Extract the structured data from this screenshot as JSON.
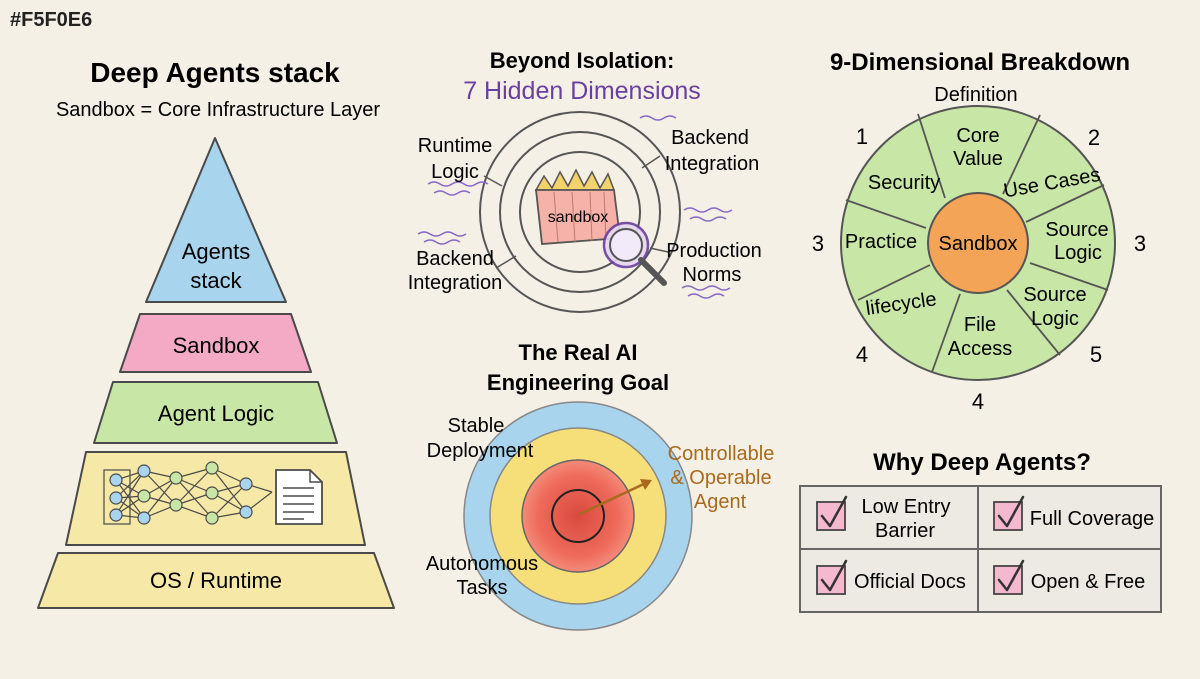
{
  "corner_label": "#F5F0E6",
  "stack": {
    "title": "Deep Agents stack",
    "subtitle": "Sandbox = Core Infrastructure Layer",
    "layers": {
      "agents_line1": "Agents",
      "agents_line2": "stack",
      "sandbox": "Sandbox",
      "agent_logic": "Agent Logic",
      "os_runtime": "OS / Runtime"
    }
  },
  "isolation": {
    "title": "Beyond Isolation:",
    "subtitle": "7 Hidden Dimensions",
    "center": "sandbox",
    "labels": {
      "runtime_1": "Runtime",
      "runtime_2": "Logic",
      "backend_tr_1": "Backend",
      "backend_tr_2": "Integration",
      "backend_bl_1": "Backend",
      "backend_bl_2": "Integration",
      "production_1": "Production",
      "production_2": "Norms"
    }
  },
  "goal": {
    "title_1": "The Real AI",
    "title_2": "Engineering Goal",
    "stable_1": "Stable",
    "stable_2": "Deployment",
    "autonomous_1": "Autonomous",
    "autonomous_2": "Tasks",
    "controllable_1": "Controllable",
    "controllable_2": "& Operable",
    "controllable_3": "Agent"
  },
  "breakdown": {
    "title": "9-Dimensional Breakdown",
    "definition": "Definition",
    "center": "Sandbox",
    "segments": {
      "core_1": "Core",
      "core_2": "Value",
      "use_cases": "Use Cases",
      "source_r_1": "Source",
      "source_r_2": "Logic",
      "source_br_1": "Source",
      "source_br_2": "Logic",
      "file_1": "File",
      "file_2": "Access",
      "lifecycle": "lifecycle",
      "practice": "Practice",
      "security": "Security"
    },
    "numbers": {
      "n_tl": "1",
      "n_tr": "2",
      "n_l": "3",
      "n_r": "3",
      "n_bl": "4",
      "n_b": "4",
      "n_br": "5"
    }
  },
  "why": {
    "title": "Why Deep Agents?",
    "items": {
      "low_1": "Low Entry",
      "low_2": "Barrier",
      "full": "Full Coverage",
      "docs": "Official Docs",
      "open": "Open & Free"
    }
  },
  "colors": {
    "background": "#F5F0E6",
    "blue": "#A9D4EE",
    "pink": "#F4A9C4",
    "green": "#C8E6A6",
    "yellow": "#F6E8A6",
    "orange": "#F3A457",
    "purple": "#6A3FA0",
    "accent_brown": "#A86A1C"
  }
}
